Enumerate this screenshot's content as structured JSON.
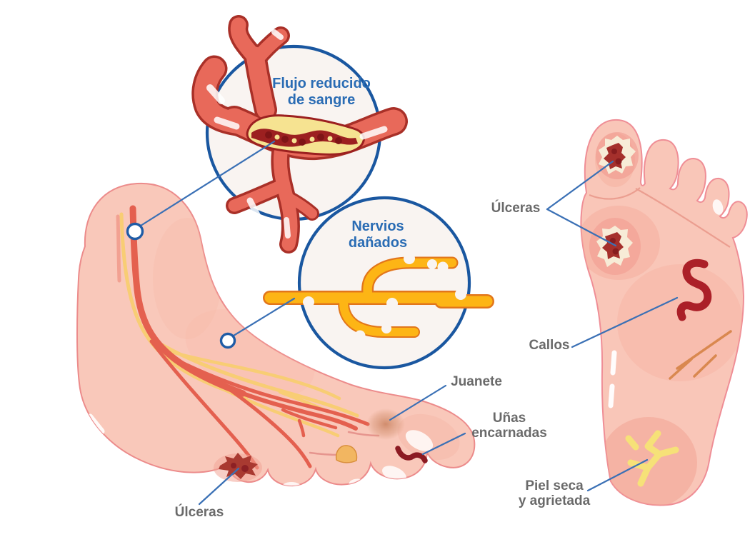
{
  "insets": {
    "blood_flow": {
      "text": "Flujo reducido de sangre",
      "lines": [
        "Flujo reducido",
        "de sangre"
      ]
    },
    "damaged_nerves": {
      "text": "Nervios dañados",
      "lines": [
        "Nervios",
        "dañados"
      ]
    }
  },
  "callouts": {
    "ulcers_right": {
      "text": "Úlceras"
    },
    "calluses": {
      "text": "Callos"
    },
    "bunion": {
      "text": "Juanete"
    },
    "ingrown_nails": {
      "text": "Uñas encarnadas",
      "lines": [
        "Uñas",
        "encarnadas"
      ]
    },
    "dry_cracked_skin": {
      "text": "Piel seca y agrietada",
      "lines": [
        "Piel seca",
        "y agrietada"
      ]
    },
    "ulcers_left": {
      "text": "Úlceras"
    }
  },
  "colors": {
    "heading_blue": "#2a6cb4",
    "label_gray": "#6a6a6a",
    "leader_line_blue": "#3a70b5",
    "inset_circle_outline": "#1a57a0",
    "inset_circle_fill": "#f9f4f1",
    "artery_red": "#e8695a",
    "artery_outline": "#a93028",
    "plaque_yellow": "#f6e391",
    "clot_dark_red": "#9c2020",
    "nerve_yellow": "#fdb515",
    "nerve_outline": "#e2761b",
    "skin_pink": "#f9c8ba",
    "skin_outline": "#ec8b8b",
    "lesion_dark_red": "#a93a31",
    "callus_orange": "#f2b661",
    "crack_yellow": "#f6e178"
  }
}
